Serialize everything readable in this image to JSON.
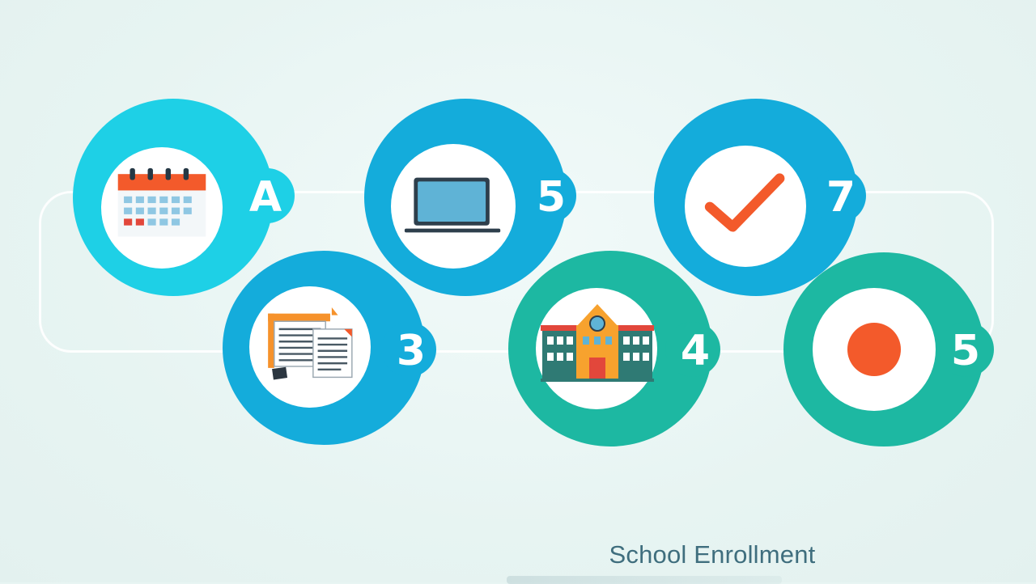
{
  "diagram": {
    "title": "School Enrollment",
    "colors": {
      "background": "#e8f5f3",
      "cyan": "#1dc7e0",
      "blue": "#13a9d8",
      "teal": "#1db8a2",
      "accent_orange": "#f35a2b"
    },
    "steps": [
      {
        "badge": "A",
        "icon": "calendar-icon"
      },
      {
        "badge": "5",
        "icon": "laptop-icon"
      },
      {
        "badge": "7",
        "icon": "checkmark-icon"
      },
      {
        "badge": "3",
        "icon": "documents-icon"
      },
      {
        "badge": "4",
        "icon": "school-building-icon"
      },
      {
        "badge": "5",
        "icon": "red-dot-icon"
      }
    ]
  }
}
